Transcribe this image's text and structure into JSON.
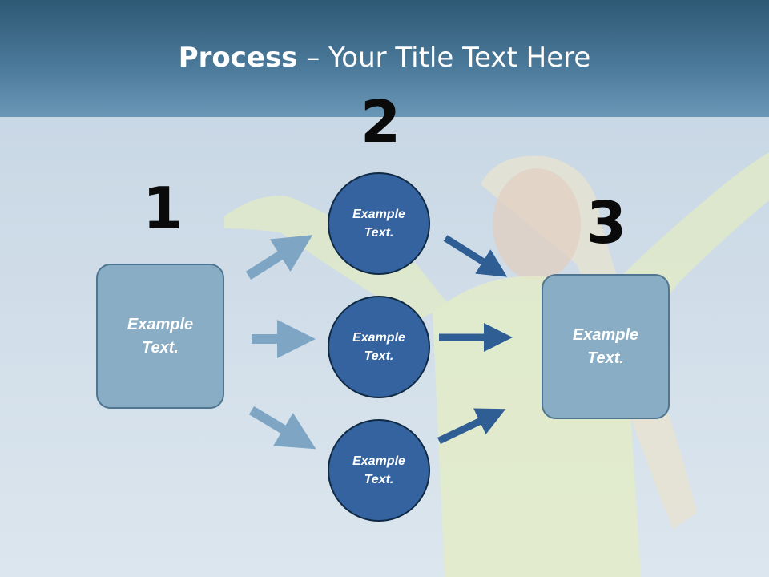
{
  "slide": {
    "title_bold": "Process",
    "title_rest": " – Your Title Text Here"
  },
  "steps": {
    "one": "1",
    "two": "2",
    "three": "3"
  },
  "nodes": {
    "left_box": "Example Text.",
    "circle_top": "Example Text.",
    "circle_middle": "Example Text.",
    "circle_bottom": "Example Text.",
    "right_box": "Example Text."
  },
  "colors": {
    "header": "#2e5975",
    "box_fill": "#89adc5",
    "circle_fill": "#3463a0",
    "light_arrow": "#7ea6c4",
    "dark_arrow": "#2f5e94"
  }
}
